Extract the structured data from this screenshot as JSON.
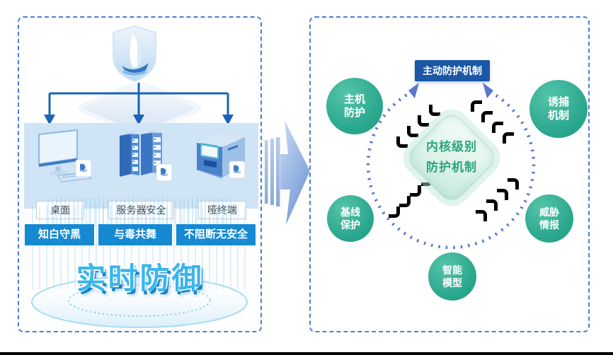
{
  "figure": {
    "type": "security-architecture-diagram",
    "colors": {
      "panel_dash_border": "#4a7ed2",
      "primary_blue": "#1a63b5",
      "band_background": "#cfe4f4",
      "slogan_button_blue": "#1689d3",
      "headline_blue": "#3ab5ec",
      "dark_label_box_blue": "#1b57a5",
      "ring_dotted_blue": "#5b77cc",
      "node_teal": "#2aa78d",
      "diamond_text_green": "#2aa57d",
      "transition_arrow_blue": "#7b9fd9"
    }
  },
  "left_panel": {
    "devices": [
      {
        "label": "桌面"
      },
      {
        "label": "服务器安全"
      },
      {
        "label": "哑终端"
      }
    ],
    "slogans": [
      "知白守黑",
      "与毒共舞",
      "不阻断无安全"
    ],
    "headline": "实时防御"
  },
  "right_panel": {
    "top_label": "主动防护机制",
    "center_label": "内核级别\n防护机制",
    "nodes": [
      {
        "id": "host",
        "label": "主机\n防护"
      },
      {
        "id": "decoy",
        "label": "诱捕\n机制"
      },
      {
        "id": "baseline",
        "label": "基线\n保护"
      },
      {
        "id": "intel",
        "label": "威胁\n情报"
      },
      {
        "id": "model",
        "label": "智能\n模型"
      }
    ]
  }
}
